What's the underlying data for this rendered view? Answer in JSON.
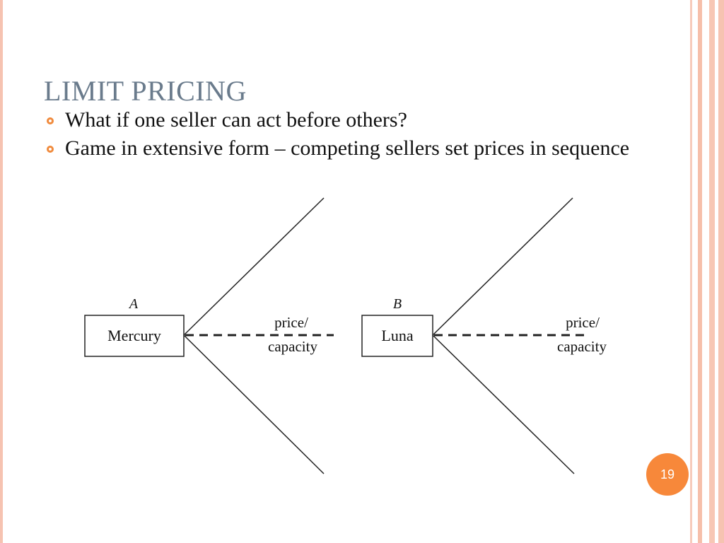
{
  "slide": {
    "title": "LIMIT PRICING",
    "bullets": [
      "What if one seller can act before others?",
      "Game in extensive form – competing sellers set prices in sequence"
    ],
    "page_number": "19"
  },
  "diagram": {
    "nodes": [
      {
        "player": "A",
        "label": "Mercury",
        "branch_label_1": "price/",
        "branch_label_2": "capacity"
      },
      {
        "player": "B",
        "label": "Luna",
        "branch_label_1": "price/",
        "branch_label_2": "capacity"
      }
    ]
  },
  "colors": {
    "title": "#6a7b8c",
    "bullet": "#f08a3c",
    "badge": "#f7883a",
    "frame": "#f6c3b1"
  }
}
